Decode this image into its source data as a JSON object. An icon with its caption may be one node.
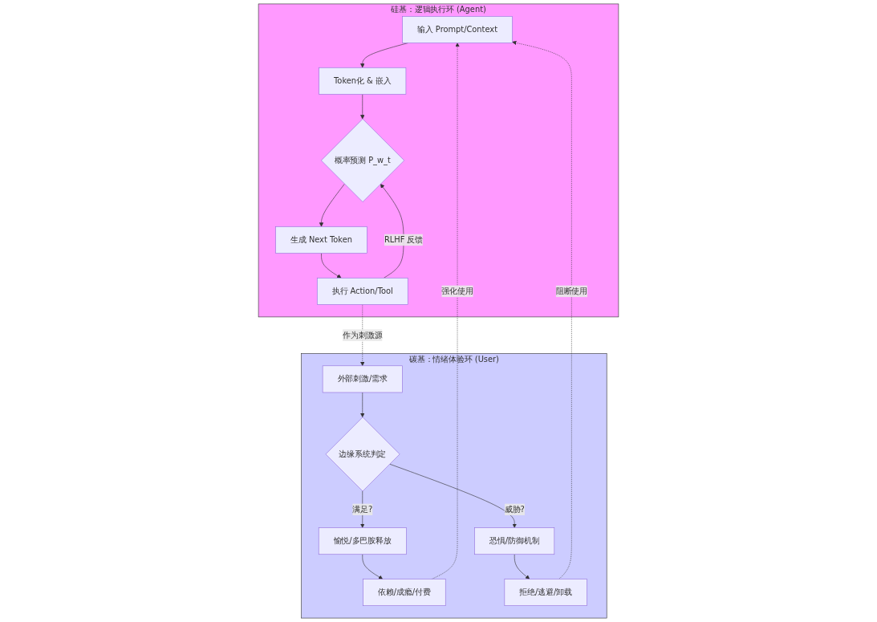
{
  "diagram": {
    "nodes": [
      {
        "text": [
          "硅基：逻辑执行环 (Agent)"
        ]
      },
      {
        "text": [
          "输入 Prompt/Context"
        ],
        "in": 0
      },
      {
        "text": [
          "Token化 & 嵌入"
        ],
        "in": 0
      },
      {
        "text": [
          "概率预测 P_w_t"
        ],
        "in": 0
      },
      {
        "text": [
          "生成 Next Token"
        ],
        "in": 0
      },
      {
        "text": [
          "执行 Action/Tool"
        ],
        "in": 0
      },
      {
        "text": [
          "碳基：情绪体验环 (User)"
        ]
      },
      {
        "text": [
          "边缘系统判定"
        ],
        "in": 6
      },
      {
        "text": [
          "愉悦/多巴胺释放"
        ],
        "in": 6
      },
      {
        "text": [
          "恐惧/防御机制"
        ],
        "in": 6
      },
      {
        "text": [
          "依赖/成瘾/付费"
        ],
        "in": 6
      },
      {
        "text": [
          "拒绝/逃避/卸载"
        ],
        "in": 6
      },
      {
        "text": [
          "外部刺激/需求"
        ],
        "in": 6
      }
    ],
    "edges": [
      {
        "from": 1,
        "to": 2,
        "arrow": "to"
      },
      {
        "from": 2,
        "to": 3,
        "arrow": "to"
      },
      {
        "from": 3,
        "to": 4,
        "arrow": "to"
      },
      {
        "from": 4,
        "to": 5,
        "arrow": "to"
      },
      {
        "from": 5,
        "to": 3,
        "arrow": "to",
        "label": "RLHF 反馈"
      },
      {
        "from": 5,
        "to": 12,
        "arrow": "to",
        "label": "作为刺激源",
        "style": "dashed"
      },
      {
        "from": 12,
        "to": 7,
        "arrow": "to"
      },
      {
        "from": 7,
        "to": 8,
        "arrow": "to",
        "label": "满足?"
      },
      {
        "from": 7,
        "to": 9,
        "arrow": "to",
        "label": "威胁?"
      },
      {
        "from": 8,
        "to": 10,
        "arrow": "to"
      },
      {
        "from": 9,
        "to": 11,
        "arrow": "to"
      },
      {
        "from": 10,
        "to": 1,
        "arrow": "to",
        "label": "强化使用",
        "style": "dashed"
      },
      {
        "from": 11,
        "to": 1,
        "arrow": "to",
        "label": "阻断使用",
        "style": "dashed"
      }
    ]
  }
}
